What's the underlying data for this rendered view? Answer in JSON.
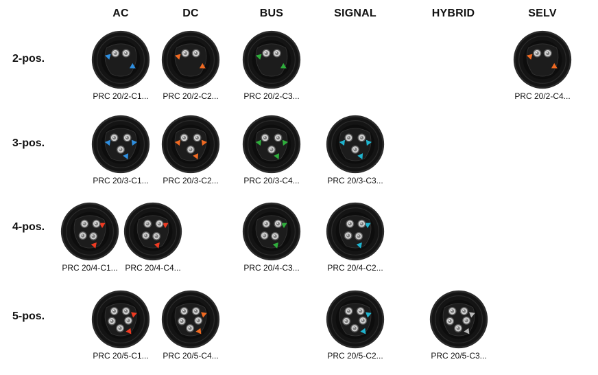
{
  "columns": [
    "AC",
    "DC",
    "BUS",
    "SIGNAL",
    "HYBRID",
    "SELV"
  ],
  "rows": [
    "2-pos.",
    "3-pos.",
    "4-pos.",
    "5-pos."
  ],
  "colors": {
    "blue": "#2f8fe0",
    "orange": "#f06a22",
    "green": "#2fae3c",
    "cyan": "#1fb4cf",
    "red": "#ef3b22",
    "grey": "#b9b9b9"
  },
  "connectors": [
    {
      "part": "PRC 20/2-C1...",
      "pins": 2,
      "accent": "blue"
    },
    {
      "part": "PRC 20/2-C2...",
      "pins": 2,
      "accent": "orange"
    },
    {
      "part": "PRC 20/2-C3...",
      "pins": 2,
      "accent": "green"
    },
    {
      "part": "PRC 20/2-C4...",
      "pins": 2,
      "accent": "orange"
    },
    {
      "part": "PRC 20/3-C1...",
      "pins": 3,
      "accent": "blue"
    },
    {
      "part": "PRC 20/3-C2...",
      "pins": 3,
      "accent": "orange"
    },
    {
      "part": "PRC 20/3-C4...",
      "pins": 3,
      "accent": "green"
    },
    {
      "part": "PRC 20/3-C3...",
      "pins": 3,
      "accent": "cyan"
    },
    {
      "part": "PRC 20/4-C1...",
      "pins": 4,
      "accent": "red"
    },
    {
      "part": "PRC 20/4-C4...",
      "pins": 4,
      "accent": "red"
    },
    {
      "part": "PRC 20/4-C3...",
      "pins": 4,
      "accent": "green"
    },
    {
      "part": "PRC 20/4-C2...",
      "pins": 4,
      "accent": "cyan"
    },
    {
      "part": "PRC 20/5-C1...",
      "pins": 5,
      "accent": "red"
    },
    {
      "part": "PRC 20/5-C4...",
      "pins": 5,
      "accent": "orange"
    },
    {
      "part": "PRC 20/5-C2...",
      "pins": 5,
      "accent": "cyan"
    },
    {
      "part": "PRC 20/5-C3...",
      "pins": 5,
      "accent": "grey"
    }
  ]
}
